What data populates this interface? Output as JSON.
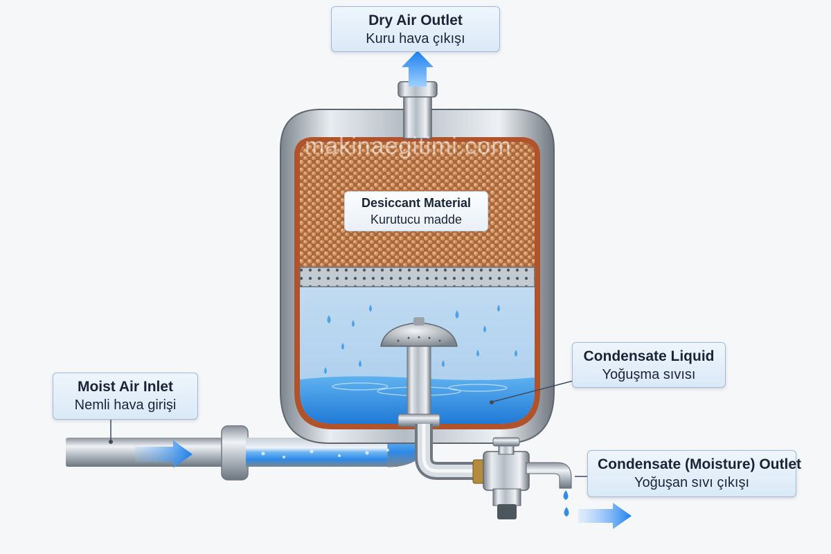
{
  "labels": {
    "dry_air_outlet": {
      "title": "Dry Air Outlet",
      "subtitle": "Kuru hava çıkışı"
    },
    "desiccant": {
      "title": "Desiccant Material",
      "subtitle": "Kurutucu madde"
    },
    "condensate_liquid": {
      "title": "Condensate Liquid",
      "subtitle": "Yoğuşma sıvısı"
    },
    "moist_air_inlet": {
      "title": "Moist Air Inlet",
      "subtitle": "Nemli hava girişi"
    },
    "condensate_outlet": {
      "title": "Condensate (Moisture) Outlet",
      "subtitle": "Yoğuşan sıvı çıkışı"
    }
  },
  "watermark": "makinaegitimi.com",
  "colors": {
    "steel": "#b9c0c8",
    "desiccant": "#c98a5a",
    "water": "#4aa3ea",
    "arrow": "#1f86f0",
    "tank_lining": "#b0522a"
  }
}
